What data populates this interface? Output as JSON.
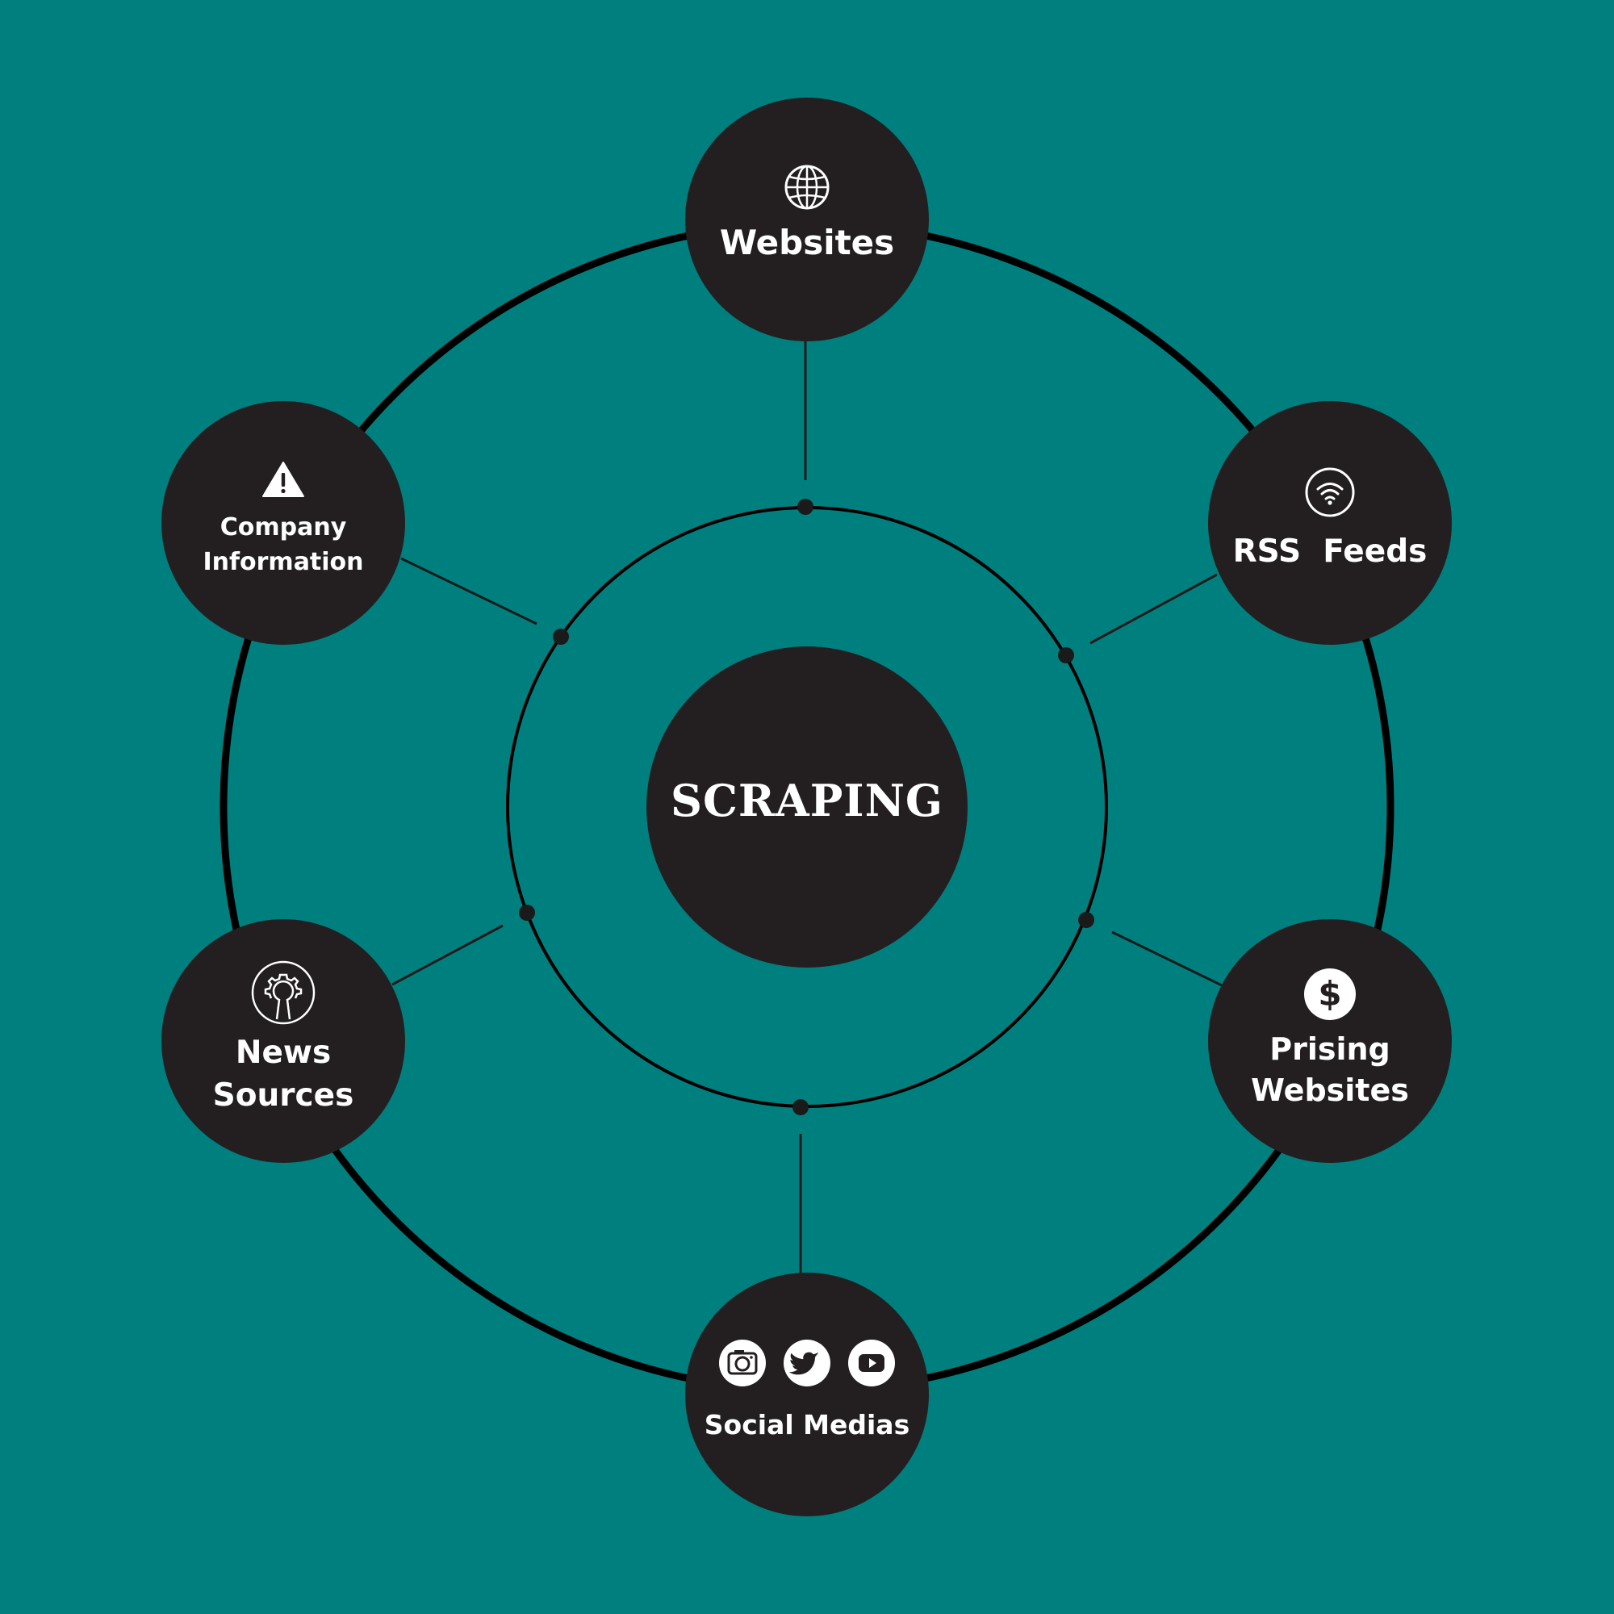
{
  "center": {
    "title": "SCRAPING"
  },
  "nodes": {
    "websites": {
      "label": "Websites",
      "icon": "globe-icon"
    },
    "rss": {
      "label": "RSS  Feeds",
      "icon": "wifi-icon"
    },
    "pricing": {
      "line1": "Prising",
      "line2": "Websites",
      "icon": "dollar-icon"
    },
    "social": {
      "label": "Social Medias",
      "icons": [
        "camera-icon",
        "twitter-icon",
        "youtube-icon"
      ]
    },
    "news": {
      "line1": "News",
      "line2": "Sources",
      "icon": "open-source-gear-icon"
    },
    "company": {
      "line1": "Company",
      "line2": "Information",
      "icon": "warning-icon"
    }
  },
  "colors": {
    "background": "#007f7f",
    "node": "#231f20",
    "text": "#ffffff",
    "line": "#000000"
  }
}
